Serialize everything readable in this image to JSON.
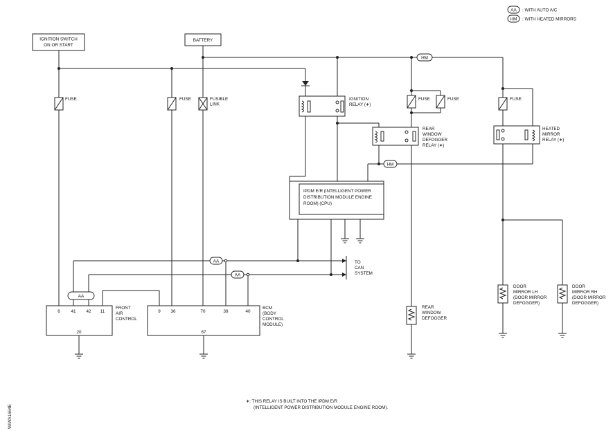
{
  "legend": {
    "aa_code": "AA",
    "aa_text": ": WITH AUTO A/C",
    "hm_code": "HM",
    "hm_text": ": WITH HEATED MIRRORS"
  },
  "labels": {
    "ignition_switch_1": "IGNITION SWITCH",
    "ignition_switch_2": "ON OR START",
    "battery": "BATTERY",
    "fuse": "FUSE",
    "fusible_1": "FUSIBLE",
    "fusible_2": "LINK",
    "ign_relay_1": "IGNITION",
    "ign_relay_2": "RELAY (∗)",
    "rwd_relay_1": "REAR",
    "rwd_relay_2": "WINDOW",
    "rwd_relay_3": "DEFOGGER",
    "rwd_relay_4": "RELAY (∗)",
    "hm_relay_1": "HEATED",
    "hm_relay_2": "MIRROR",
    "hm_relay_3": "RELAY (∗)",
    "ipdm_1": "IPDM E/R (INTELLIGENT POWER",
    "ipdm_2": "DISTRIBUTION MODULE ENGINE",
    "ipdm_3": "ROOM) (CPU)",
    "to_can_1": "TO",
    "to_can_2": "CAN",
    "to_can_3": "SYSTEM",
    "front_air_1": "FRONT",
    "front_air_2": "AIR",
    "front_air_3": "CONTROL",
    "bcm_1": "BCM",
    "bcm_2": "(BODY",
    "bcm_3": "CONTROL",
    "bcm_4": "MODULE)",
    "rear_defogger_1": "REAR",
    "rear_defogger_2": "WINDOW",
    "rear_defogger_3": "DEFOGGER",
    "mirror_lh_1": "DOOR",
    "mirror_lh_2": "MIRROR LH",
    "mirror_lh_3": "(DOOR MIRROR",
    "mirror_lh_4": "DEFOGGER)",
    "mirror_rh_1": "DOOR",
    "mirror_rh_2": "MIRROR RH",
    "mirror_rh_3": "(DOOR MIRROR",
    "mirror_rh_4": "DEFOGGER)",
    "aa_pill": "AA",
    "hm_pill": "HM"
  },
  "pins": {
    "fac_6": "6",
    "fac_41": "41",
    "fac_42": "42",
    "fac_11": "11",
    "fac_20": "20",
    "bcm_9": "9",
    "bcm_36": "36",
    "bcm_70": "70",
    "bcm_39": "39",
    "bcm_40": "40",
    "bcm_67": "67"
  },
  "footnote": {
    "line1": "∗: THIS RELAY IS BUILT INTO THE IPDM E/R",
    "line2": "(INTELLIGENT POWER DISTRIBUTION MODULE ENGINE ROOM)."
  },
  "figure_id": "WIWA1664E"
}
